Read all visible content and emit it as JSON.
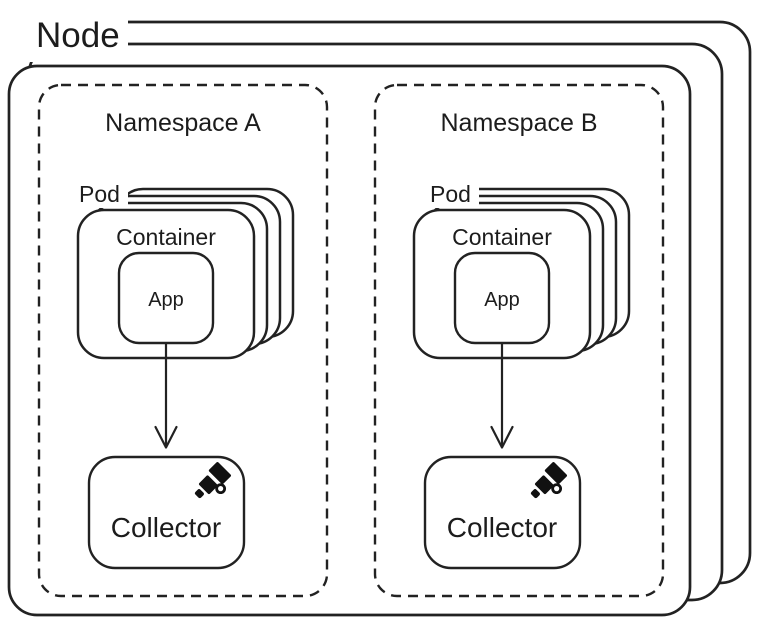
{
  "title": "Node",
  "colors": {
    "stroke": "#222222",
    "text": "#1c1c1c",
    "background": "#ffffff",
    "icon_fill": "#111111"
  },
  "node": {
    "label": "Node",
    "stacked_copies": 3
  },
  "namespaces": [
    {
      "label": "Namespace A",
      "pod": {
        "label": "Pod",
        "stacked_copies": 4
      },
      "container": {
        "label": "Container"
      },
      "app": {
        "label": "App"
      },
      "collector": {
        "label": "Collector",
        "icon": "telescope-icon"
      },
      "flow": {
        "from": "App",
        "to": "Collector"
      }
    },
    {
      "label": "Namespace B",
      "pod": {
        "label": "Pod",
        "stacked_copies": 4
      },
      "container": {
        "label": "Container"
      },
      "app": {
        "label": "App"
      },
      "collector": {
        "label": "Collector",
        "icon": "telescope-icon"
      },
      "flow": {
        "from": "App",
        "to": "Collector"
      }
    }
  ]
}
